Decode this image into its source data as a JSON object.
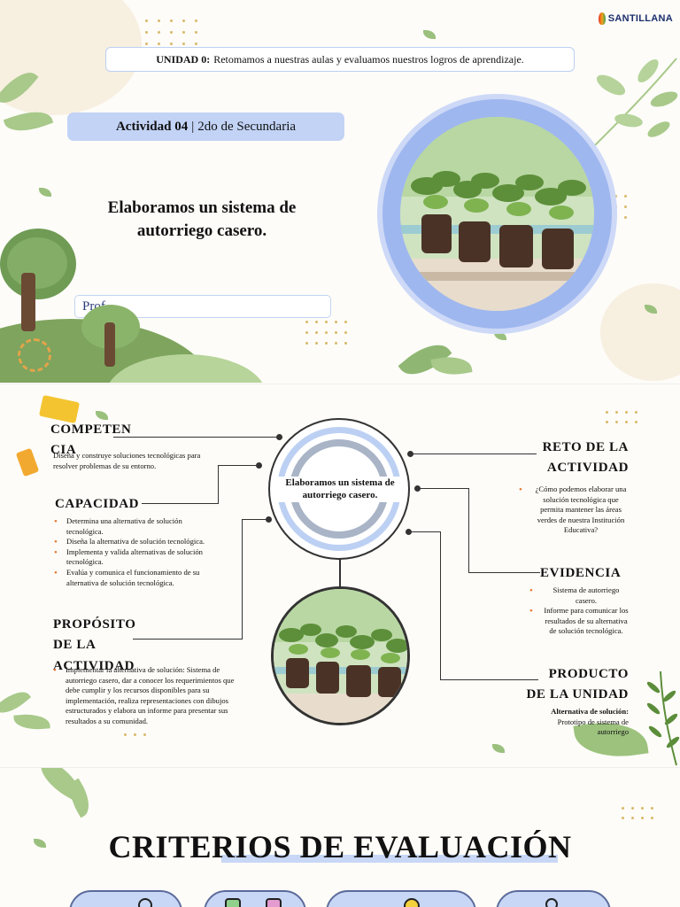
{
  "slide1": {
    "logo_text": "SANTILLANA",
    "unit_label": "UNIDAD 0:",
    "unit_text": "Retomamos a nuestras aulas y evaluamos nuestros logros de aprendizaje.",
    "activity_label": "Actividad 04",
    "activity_separator": "|",
    "activity_grade": "2do de Secundaria",
    "title_line1": "Elaboramos un sistema de",
    "title_line2": "autorriego casero.",
    "prof_label": "Prof."
  },
  "slide2": {
    "competencia": {
      "heading_line1": "COMPETEN",
      "heading_line2": "CIA",
      "text": "Diseña y construye soluciones tecnológicas para resolver problemas de su entorno."
    },
    "capacidad": {
      "heading": "CAPACIDAD",
      "items": [
        "Determina una alternativa de solución tecnológica.",
        "Diseña la alternativa de solución tecnológica.",
        "Implementa y valida alternativas de solución tecnológica.",
        "Evalúa y comunica el funcionamiento de su alternativa de solución tecnológica."
      ]
    },
    "proposito": {
      "heading_line1": "PROPÓSITO",
      "heading_line2": "DE LA",
      "heading_line3": "ACTIVIDAD",
      "items": [
        "Implementar la alternativa de solución: Sistema de autorriego casero, dar a conocer los requerimientos que debe cumplir y los recursos disponibles para su implementación, realiza representaciones con dibujos estructurados y elabora un informe para presentar sus resultados a su comunidad."
      ]
    },
    "center": {
      "line1": "Elaboramos un sistema de",
      "line2": "autorriego casero."
    },
    "reto": {
      "heading_line1": "RETO DE LA",
      "heading_line2": "ACTIVIDAD",
      "items": [
        "¿Cómo podemos elaborar una solución tecnológica que permita mantener las áreas verdes de nuestra Institución Educativa?"
      ]
    },
    "evidencia": {
      "heading": "EVIDENCIA",
      "items": [
        "Sistema de autorriego casero.",
        "Informe para comunicar los resultados de su alternativa de solución tecnológica."
      ]
    },
    "producto": {
      "heading_line1": "PRODUCTO",
      "heading_line2": "DE LA UNIDAD",
      "label": "Alternativa de solución",
      "text": "Prototipo de sistema de autorriego"
    }
  },
  "slide3": {
    "title": "CRITERIOS DE EVALUACIÓN"
  },
  "colors": {
    "accent_blue": "#c2d3f6",
    "leaf_green": "#a8c98a",
    "bullet_orange": "#e8742c"
  }
}
